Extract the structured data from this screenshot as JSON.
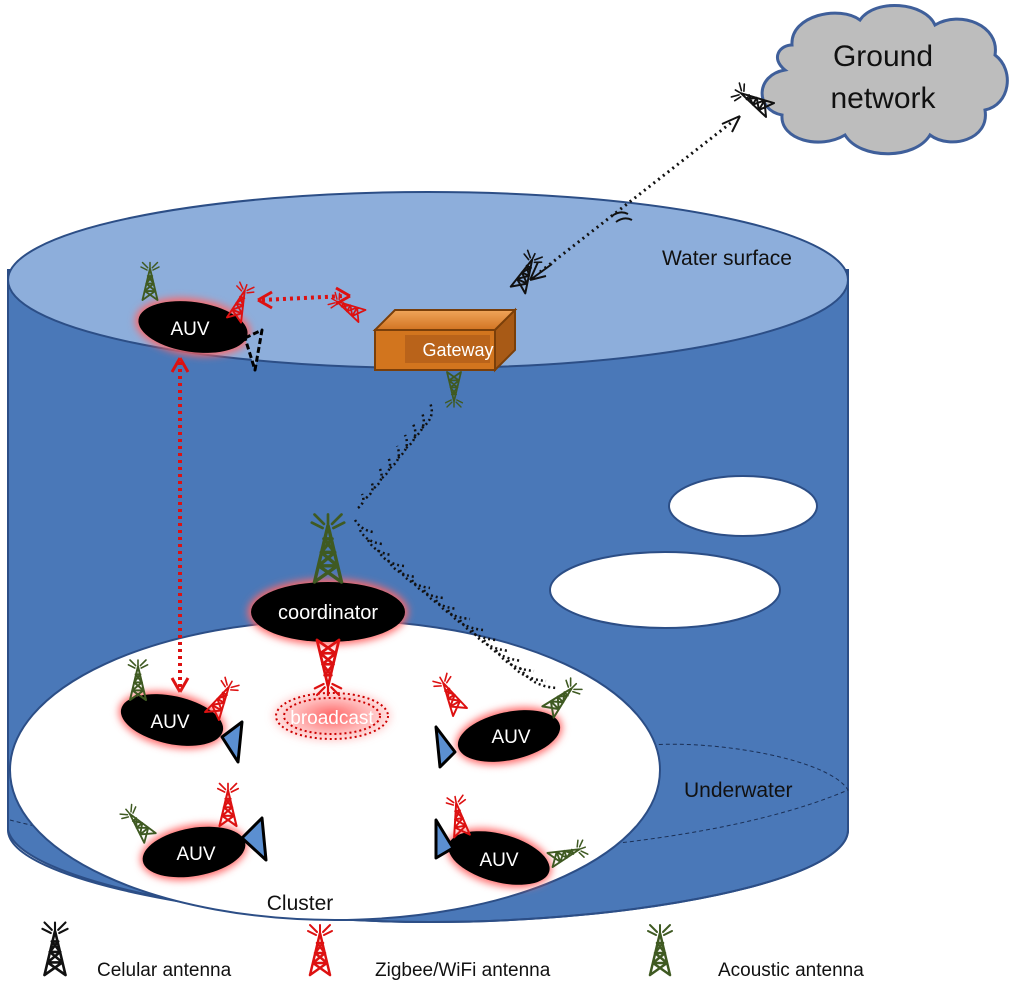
{
  "labels": {
    "ground_network_line1": "Ground",
    "ground_network_line2": "network",
    "water_surface": "Water surface",
    "underwater": "Underwater",
    "cluster": "Cluster",
    "gateway": "Gateway",
    "coordinator": "coordinator",
    "broadcast": "broadcast",
    "auv_surface": "AUV",
    "auv_1": "AUV",
    "auv_2": "AUV",
    "auv_3": "AUV",
    "auv_4": "AUV"
  },
  "legend": {
    "cellular": "Celular antenna",
    "zigbee": "Zigbee/WiFi antenna",
    "acoustic": "Acoustic antenna"
  },
  "colors": {
    "cylinder_body": "#4a78b8",
    "water_surface": "#8daedb",
    "cloud_fill": "#bdbdbd",
    "cloud_stroke": "#3f5f9a",
    "cellular": "#111111",
    "zigbee": "#dd1111",
    "acoustic": "#3f5a22",
    "gateway_fill": "#d2751e",
    "auv_fill": "#000000",
    "glow": "#ff6666",
    "fin": "#5b8fd1"
  },
  "icons": {
    "cellular": "cellular-antenna-icon",
    "zigbee": "zigbee-wifi-antenna-icon",
    "acoustic": "acoustic-antenna-icon"
  }
}
